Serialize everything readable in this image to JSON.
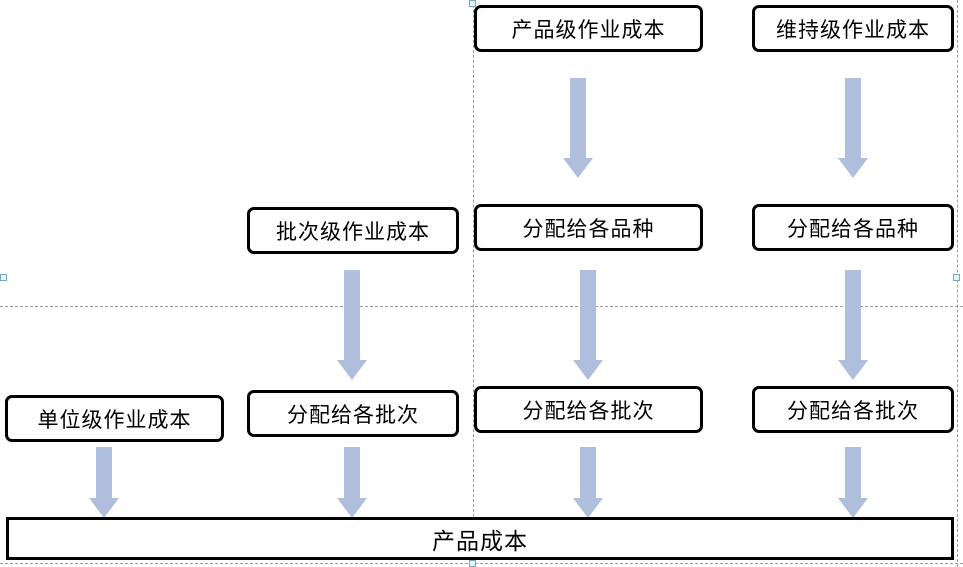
{
  "diagram": {
    "title_text": "产品成本",
    "accent_arrow_color": "#aebedc",
    "border_color": "#000000",
    "background_color": "#ffffff",
    "columns": [
      {
        "id": "unit-level",
        "header": "单位级作业成本"
      },
      {
        "id": "batch-level",
        "header": "批次级作业成本"
      },
      {
        "id": "product-level",
        "header": "产品级作业成本"
      },
      {
        "id": "sustaining-level",
        "header": "维持级作业成本"
      }
    ],
    "nodes": {
      "product_level_cost": "产品级作业成本",
      "sustaining_level_cost": "维持级作业成本",
      "batch_level_cost": "批次级作业成本",
      "unit_level_cost": "单位级作业成本",
      "allocate_to_varieties_center": "分配给各品种",
      "allocate_to_varieties_right": "分配给各品种",
      "allocate_to_batches_left": "分配给各批次",
      "allocate_to_batches_center": "分配给各批次",
      "allocate_to_batches_right": "分配给各批次",
      "product_cost": "产品成本"
    },
    "arrows": [
      {
        "id": "arrow-product-to-variety",
        "from": "产品级作业成本",
        "to": "分配给各品种"
      },
      {
        "id": "arrow-sustaining-to-variety",
        "from": "维持级作业成本",
        "to": "分配给各品种"
      },
      {
        "id": "arrow-batch-to-batchalloc",
        "from": "批次级作业成本",
        "to": "分配给各批次"
      },
      {
        "id": "arrow-variety-to-batchalloc-center",
        "from": "分配给各品种",
        "to": "分配给各批次"
      },
      {
        "id": "arrow-variety-to-batchalloc-right",
        "from": "分配给各品种",
        "to": "分配给各批次"
      },
      {
        "id": "arrow-unit-to-total",
        "from": "单位级作业成本",
        "to": "产品成本"
      },
      {
        "id": "arrow-batchalloc-left-to-total",
        "from": "分配给各批次",
        "to": "产品成本"
      },
      {
        "id": "arrow-batchalloc-center-to-total",
        "from": "分配给各批次",
        "to": "产品成本"
      },
      {
        "id": "arrow-batchalloc-right-to-total",
        "from": "分配给各批次",
        "to": "产品成本"
      }
    ]
  }
}
